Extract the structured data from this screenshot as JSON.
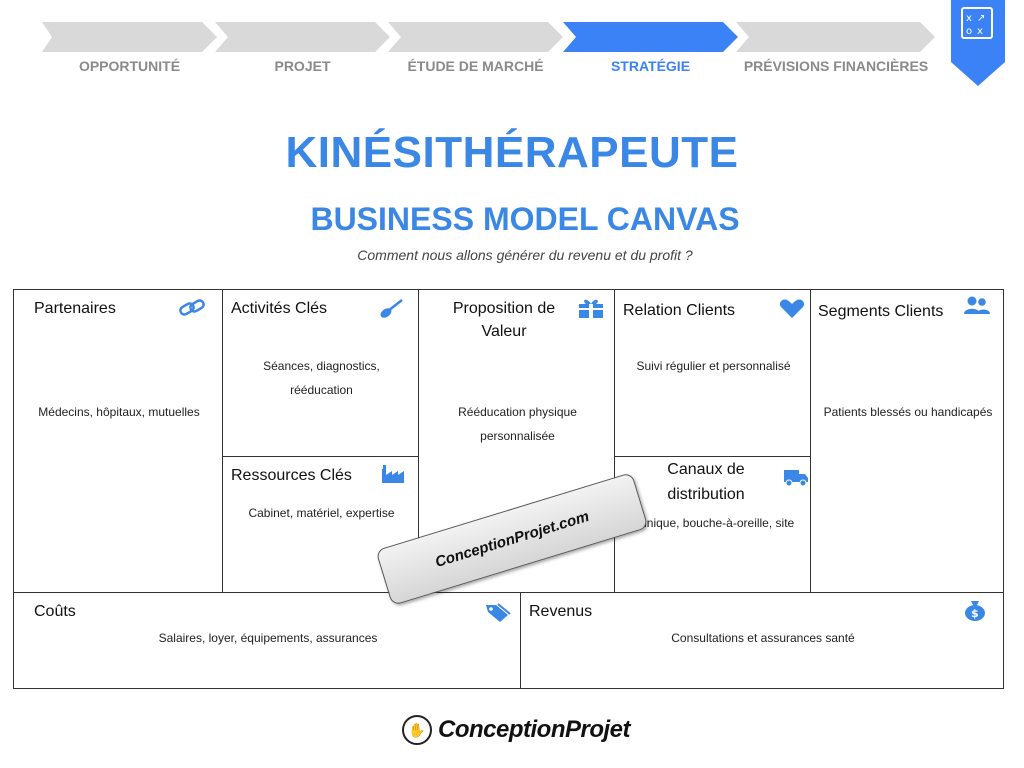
{
  "steps": [
    {
      "label": "OPPORTUNITÉ",
      "active": false
    },
    {
      "label": "PROJET",
      "active": false
    },
    {
      "label": "ÉTUDE DE MARCHÉ",
      "active": false
    },
    {
      "label": "STRATÉGIE",
      "active": true
    },
    {
      "label": "PRÉVISIONS FINANCIÈRES",
      "active": false
    }
  ],
  "colors": {
    "accent": "#3b87e6",
    "step_inactive": "#d9d9d9",
    "step_active": "#3b82f6",
    "label_inactive": "#8a8a8a"
  },
  "header": {
    "title": "KINÉSITHÉRAPEUTE",
    "subtitle": "BUSINESS MODEL CANVAS",
    "tagline": "Comment nous allons générer du revenu et du profit ?"
  },
  "canvas": {
    "partenaires": {
      "title": "Partenaires",
      "text": "Médecins, hôpitaux, mutuelles",
      "icon": "link-icon"
    },
    "activites": {
      "title": "Activités Clés",
      "text_line1": "Séances, diagnostics,",
      "text_line2": "rééducation",
      "icon": "shovel-icon"
    },
    "ressources": {
      "title": "Ressources Clés",
      "text": "Cabinet, matériel, expertise",
      "icon": "factory-icon"
    },
    "proposition": {
      "title_line1": "Proposition de",
      "title_line2": "Valeur",
      "text_line1": "Rééducation physique",
      "text_line2": "personnalisée",
      "icon": "gift-icon"
    },
    "relation": {
      "title": "Relation Clients",
      "text": "Suivi régulier et personnalisé",
      "icon": "heart-icon"
    },
    "canaux": {
      "title_line1": "Canaux de",
      "title_line2": "distribution",
      "text": "Clinique, bouche-à-oreille, site",
      "icon": "truck-icon"
    },
    "segments": {
      "title": "Segments Clients",
      "text": "Patients blessés ou handicapés",
      "icon": "users-icon"
    },
    "couts": {
      "title": "Coûts",
      "text": "Salaires, loyer, équipements, assurances",
      "icon": "tag-icon"
    },
    "revenus": {
      "title": "Revenus",
      "text": "Consultations et assurances santé",
      "icon": "money-bag-icon"
    }
  },
  "stamp": {
    "text": "ConceptionProjet.com"
  },
  "footer": {
    "logo_text": "ConceptionProjet"
  }
}
